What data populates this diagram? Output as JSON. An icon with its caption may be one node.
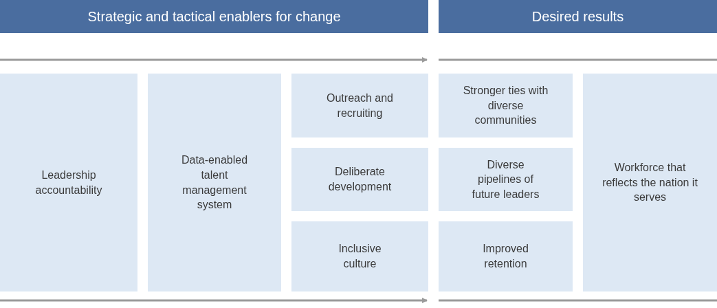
{
  "diagram": {
    "nodes": [
      {
        "text": [
          "Strategic and tactical enablers for change"
        ]
      },
      {
        "text": [
          "Desired results"
        ]
      },
      {
        "text": [
          "Leadership accountability"
        ]
      },
      {
        "text": [
          "Data-enabled talent management system"
        ]
      },
      {
        "text": [
          "Outreach and recruiting"
        ]
      },
      {
        "text": [
          "Deliberate development"
        ]
      },
      {
        "text": [
          "Inclusive culture"
        ]
      },
      {
        "text": [
          "Stronger ties with diverse communities"
        ]
      },
      {
        "text": [
          "Diverse pipelines of future leaders"
        ]
      },
      {
        "text": [
          "Improved retention"
        ]
      },
      {
        "text": [
          "Workforce that reflects the nation it serves"
        ]
      }
    ]
  }
}
